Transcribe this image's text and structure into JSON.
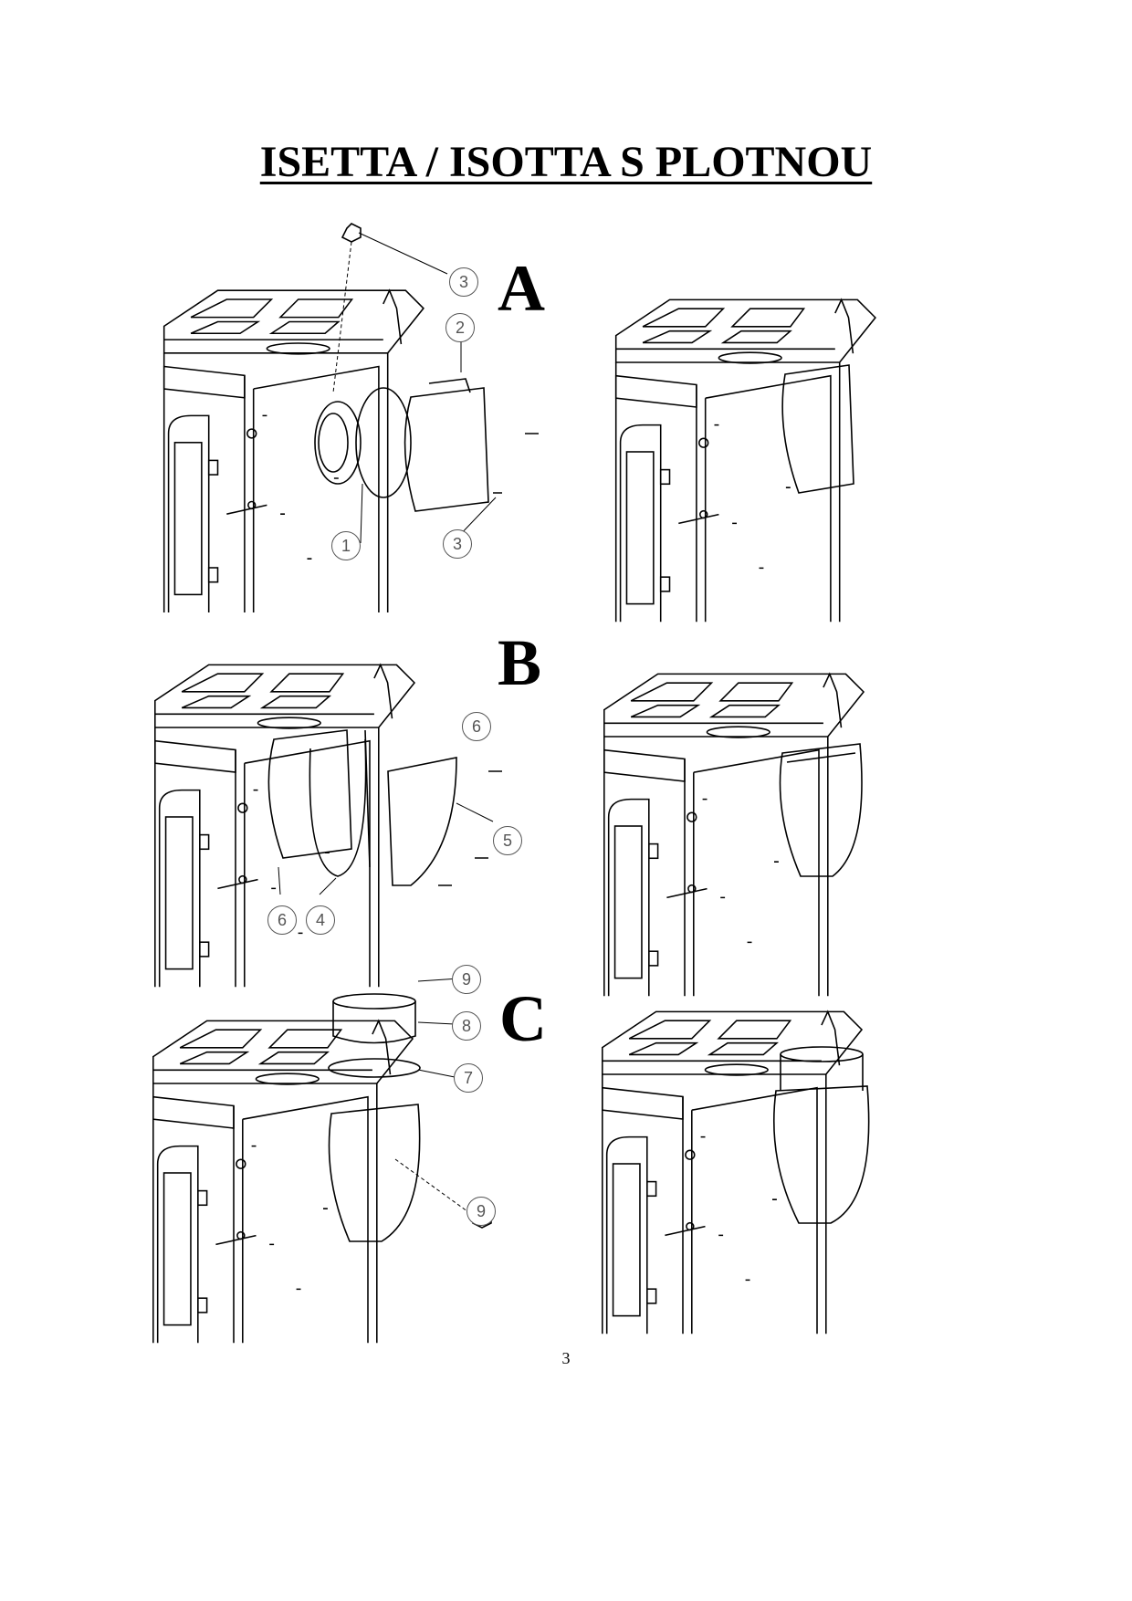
{
  "title": "ISETTA / ISOTTA S PLOTNOU",
  "steps": [
    {
      "letter": "A",
      "callouts": [
        "3",
        "2",
        "1",
        "3"
      ]
    },
    {
      "letter": "B",
      "callouts": [
        "6",
        "5",
        "6",
        "4"
      ]
    },
    {
      "letter": "C",
      "callouts": [
        "9",
        "8",
        "7",
        "9"
      ]
    }
  ],
  "page_number": "3"
}
